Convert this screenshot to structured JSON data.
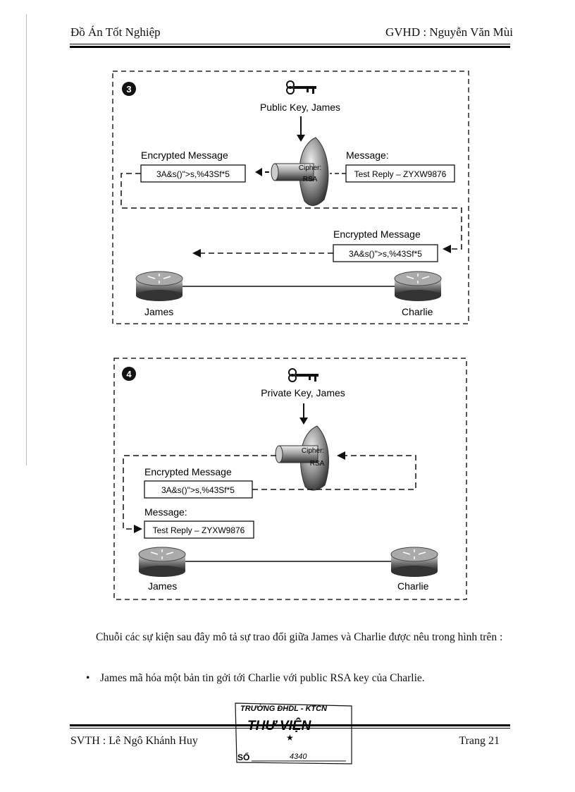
{
  "header": {
    "left": "Đồ Án Tốt Nghiệp",
    "right": "GVHD : Nguyễn Văn Mùi"
  },
  "figure3": {
    "step": "3",
    "key_label": "Public Key, James",
    "encrypted_label": "Encrypted Message",
    "encrypted_text": "3A&s()\">s,%43Sf*5",
    "message_label": "Message:",
    "message_text": "Test Reply – ZYXW9876",
    "cipher_label": "Cipher:",
    "cipher_algo": "RSA",
    "encrypted_label_2": "Encrypted Message",
    "encrypted_text_2": "3A&s()\">s,%43Sf*5",
    "router_left": "James",
    "router_right": "Charlie"
  },
  "figure4": {
    "step": "4",
    "key_label": "Private Key, James",
    "cipher_label": "Cipher:",
    "cipher_algo": "RSA",
    "encrypted_label": "Encrypted Message",
    "encrypted_text": "3A&s()\">s,%43Sf*5",
    "message_label": "Message:",
    "message_text": "Test Reply – ZYXW9876",
    "router_left": "James",
    "router_right": "Charlie"
  },
  "body": {
    "paragraph": "Chuỗi các sự kiện sau đây mô tả sự trao đổi giữa James và Charlie được nêu trong hình trên :",
    "bullets": [
      "James mã hóa một bản tin gởi tới Charlie với public RSA key của Charlie."
    ]
  },
  "stamp": {
    "line1": "TRƯỜNG ĐHDL - KTCN",
    "line2": "THƯ VIỆN",
    "line3": "SỐ",
    "number": "4340"
  },
  "footer": {
    "left": "SVTH : Lê Ngô Khánh Huy",
    "right": "Trang 21"
  }
}
